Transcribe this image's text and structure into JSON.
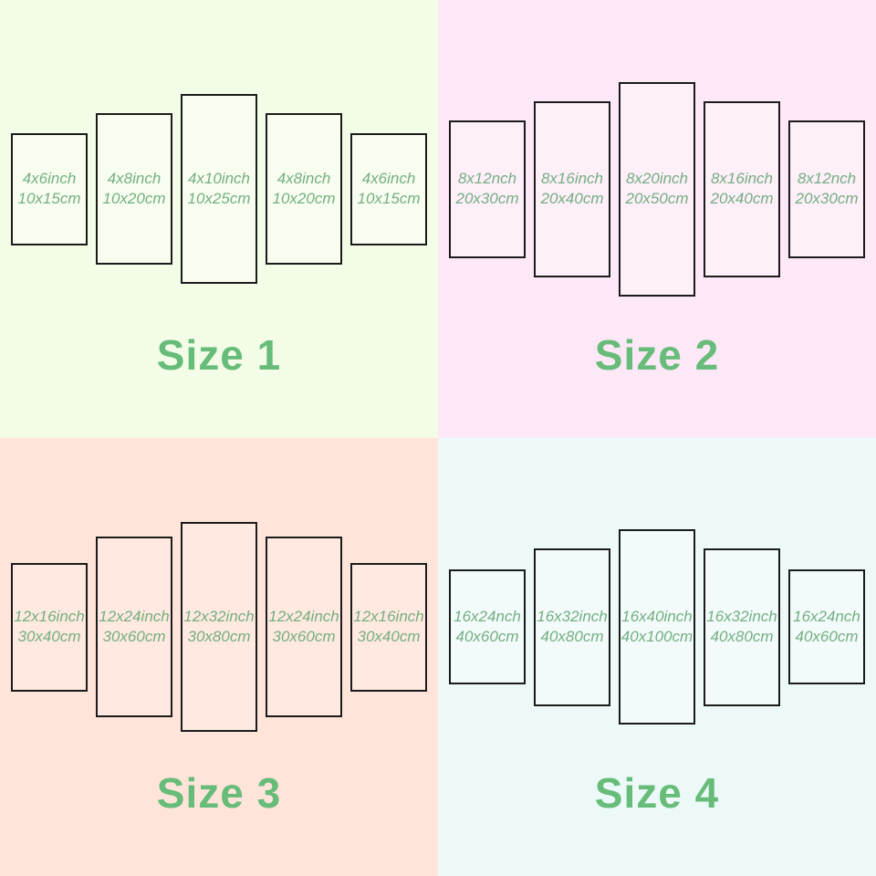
{
  "colors": {
    "q1_background": "#f3fce7",
    "q2_background": "#fde8f7",
    "q3_background": "#ffe4da",
    "q4_background": "#ecf9f8",
    "panel_border": "#1b1b1b",
    "panel_text_green": "#74ae82",
    "size_label_green": "#68bc79"
  },
  "quadrants": [
    {
      "label": "Size 1",
      "panels": [
        {
          "inch": "4x6inch",
          "cm": "10x15cm"
        },
        {
          "inch": "4x8inch",
          "cm": "10x20cm"
        },
        {
          "inch": "4x10inch",
          "cm": "10x25cm"
        },
        {
          "inch": "4x8inch",
          "cm": "10x20cm"
        },
        {
          "inch": "4x6inch",
          "cm": "10x15cm"
        }
      ]
    },
    {
      "label": "Size 2",
      "panels": [
        {
          "inch": "8x12nch",
          "cm": "20x30cm"
        },
        {
          "inch": "8x16inch",
          "cm": "20x40cm"
        },
        {
          "inch": "8x20inch",
          "cm": "20x50cm"
        },
        {
          "inch": "8x16inch",
          "cm": "20x40cm"
        },
        {
          "inch": "8x12nch",
          "cm": "20x30cm"
        }
      ]
    },
    {
      "label": "Size 3",
      "panels": [
        {
          "inch": "12x16inch",
          "cm": "30x40cm"
        },
        {
          "inch": "12x24inch",
          "cm": "30x60cm"
        },
        {
          "inch": "12x32inch",
          "cm": "30x80cm"
        },
        {
          "inch": "12x24inch",
          "cm": "30x60cm"
        },
        {
          "inch": "12x16inch",
          "cm": "30x40cm"
        }
      ]
    },
    {
      "label": "Size 4",
      "panels": [
        {
          "inch": "16x24nch",
          "cm": "40x60cm"
        },
        {
          "inch": "16x32inch",
          "cm": "40x80cm"
        },
        {
          "inch": "16x40inch",
          "cm": "40x100cm"
        },
        {
          "inch": "16x32inch",
          "cm": "40x80cm"
        },
        {
          "inch": "16x24nch",
          "cm": "40x60cm"
        }
      ]
    }
  ]
}
